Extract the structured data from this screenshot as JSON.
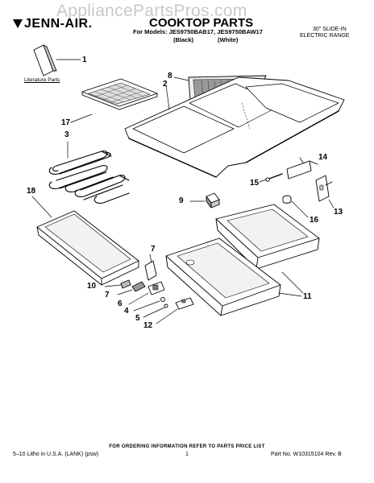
{
  "watermark": "AppliancePartsPros.com",
  "header": {
    "brand": "JENN-AIR.",
    "title": "COOKTOP PARTS",
    "models": "For Models: JES9750BAB17, JES9750BAW17",
    "color_black": "(Black)",
    "color_white": "(White)",
    "range_line1": "30\" SLIDE-IN",
    "range_line2": "ELECTRIC RANGE"
  },
  "literature_label": "Literature Parts",
  "callouts": {
    "c1": "1",
    "c8": "8",
    "c2": "2",
    "c17": "17",
    "c3": "3",
    "c14": "14",
    "c15": "15",
    "c13": "13",
    "c9": "9",
    "c16": "16",
    "c18": "18",
    "c7a": "7",
    "c10": "10",
    "c7b": "7",
    "c6": "6",
    "c4": "4",
    "c5": "5",
    "c12": "12",
    "c11": "11"
  },
  "footer": {
    "note": "FOR ORDERING INFORMATION REFER TO PARTS PRICE LIST",
    "left": "5–10 Litho in U.S.A. (LANK) (psw)",
    "page": "1",
    "part_no": "Part No. W10315104 Rev. B"
  }
}
